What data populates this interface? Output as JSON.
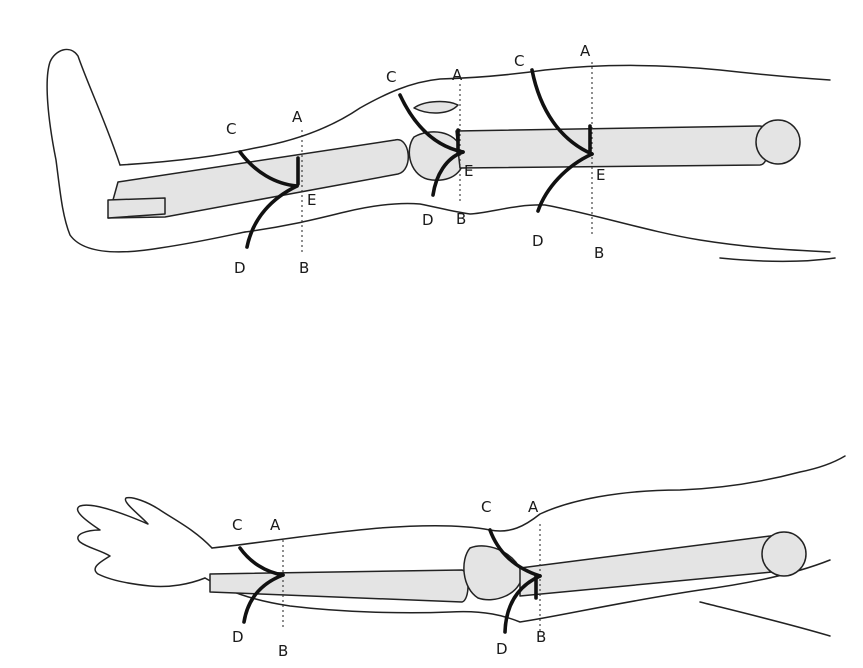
{
  "leg_diagram": {
    "ankle_section": {
      "a": "A",
      "b": "B",
      "c": "C",
      "d": "D",
      "e": "E"
    },
    "knee_section": {
      "a": "A",
      "b": "B",
      "c": "C",
      "d": "D",
      "e": "E"
    },
    "thigh_section": {
      "a": "A",
      "b": "B",
      "c": "C",
      "d": "D",
      "e": "E"
    }
  },
  "arm_diagram": {
    "wrist_section": {
      "a": "A",
      "b": "B",
      "c": "C",
      "d": "D"
    },
    "elbow_section": {
      "a": "A",
      "b": "B",
      "c": "C",
      "d": "D"
    }
  }
}
